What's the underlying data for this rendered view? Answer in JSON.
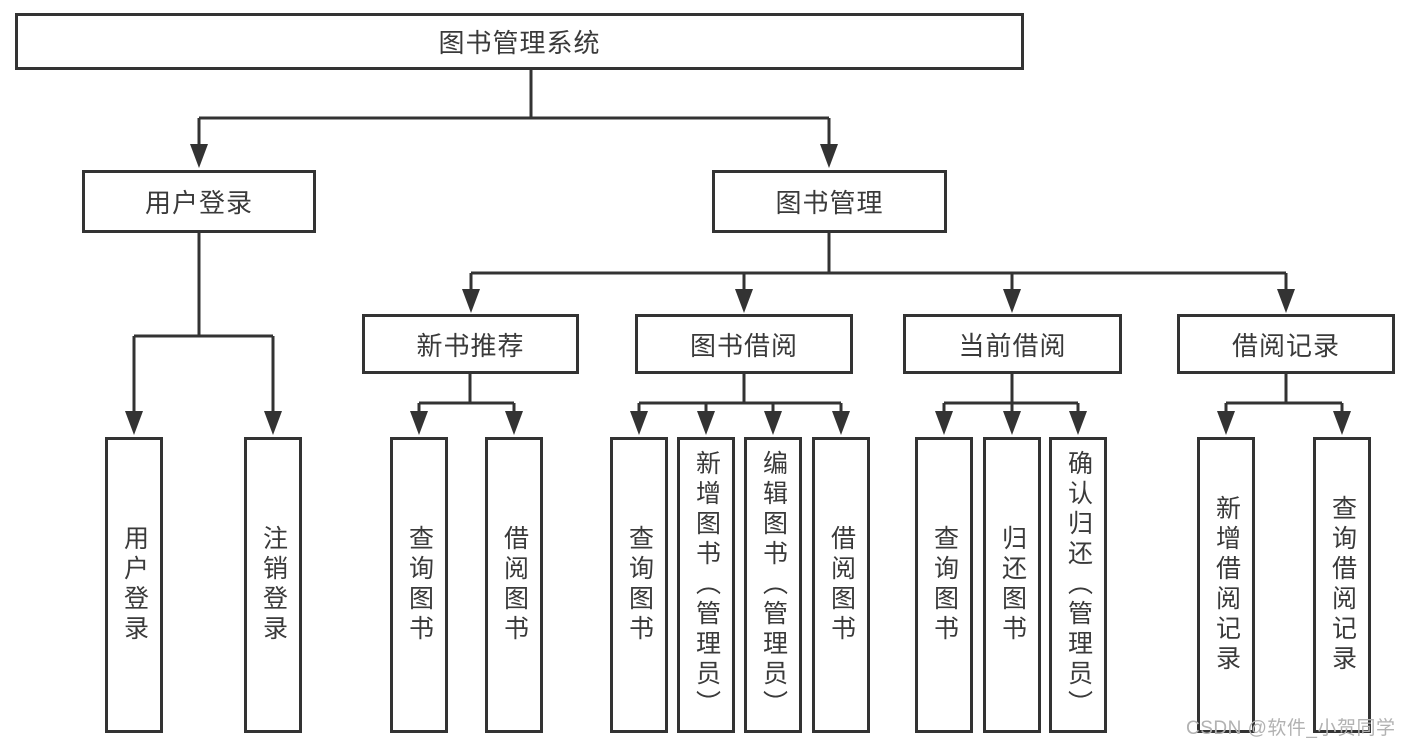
{
  "tree": {
    "root": {
      "label": "图书管理系统"
    },
    "branches": [
      {
        "label": "用户登录",
        "children": [
          {
            "label": "用户登录"
          },
          {
            "label": "注销登录"
          }
        ]
      },
      {
        "label": "图书管理",
        "groups": [
          {
            "label": "新书推荐",
            "children": [
              {
                "label": "查询图书"
              },
              {
                "label": "借阅图书"
              }
            ]
          },
          {
            "label": "图书借阅",
            "children": [
              {
                "label": "查询图书"
              },
              {
                "label": "新增图书（管理员）"
              },
              {
                "label": "编辑图书（管理员）"
              },
              {
                "label": "借阅图书"
              }
            ]
          },
          {
            "label": "当前借阅",
            "children": [
              {
                "label": "查询图书"
              },
              {
                "label": "归还图书"
              },
              {
                "label": "确认归还（管理员）"
              }
            ]
          },
          {
            "label": "借阅记录",
            "children": [
              {
                "label": "新增借阅记录"
              },
              {
                "label": "查询借阅记录"
              }
            ]
          }
        ]
      }
    ]
  },
  "watermark": {
    "text": "CSDN @软件_小贺同学"
  },
  "colors": {
    "line": "#333333",
    "box_border": "#333333",
    "text": "#3a3a3a",
    "background": "#ffffff",
    "watermark": "#b2b2b2"
  }
}
